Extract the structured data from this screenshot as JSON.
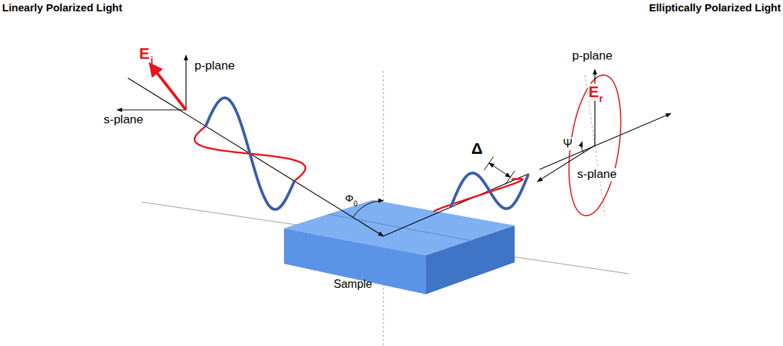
{
  "diagram": {
    "labels": [
      "Linearly Polarized Light",
      "Elliptically Polarized Light",
      "E",
      "i",
      "p-plane",
      "s-plane",
      "Φ",
      "0",
      "Sample",
      "Δ",
      "Ψ",
      "p-plane",
      "s-plane",
      "E",
      "r"
    ]
  }
}
